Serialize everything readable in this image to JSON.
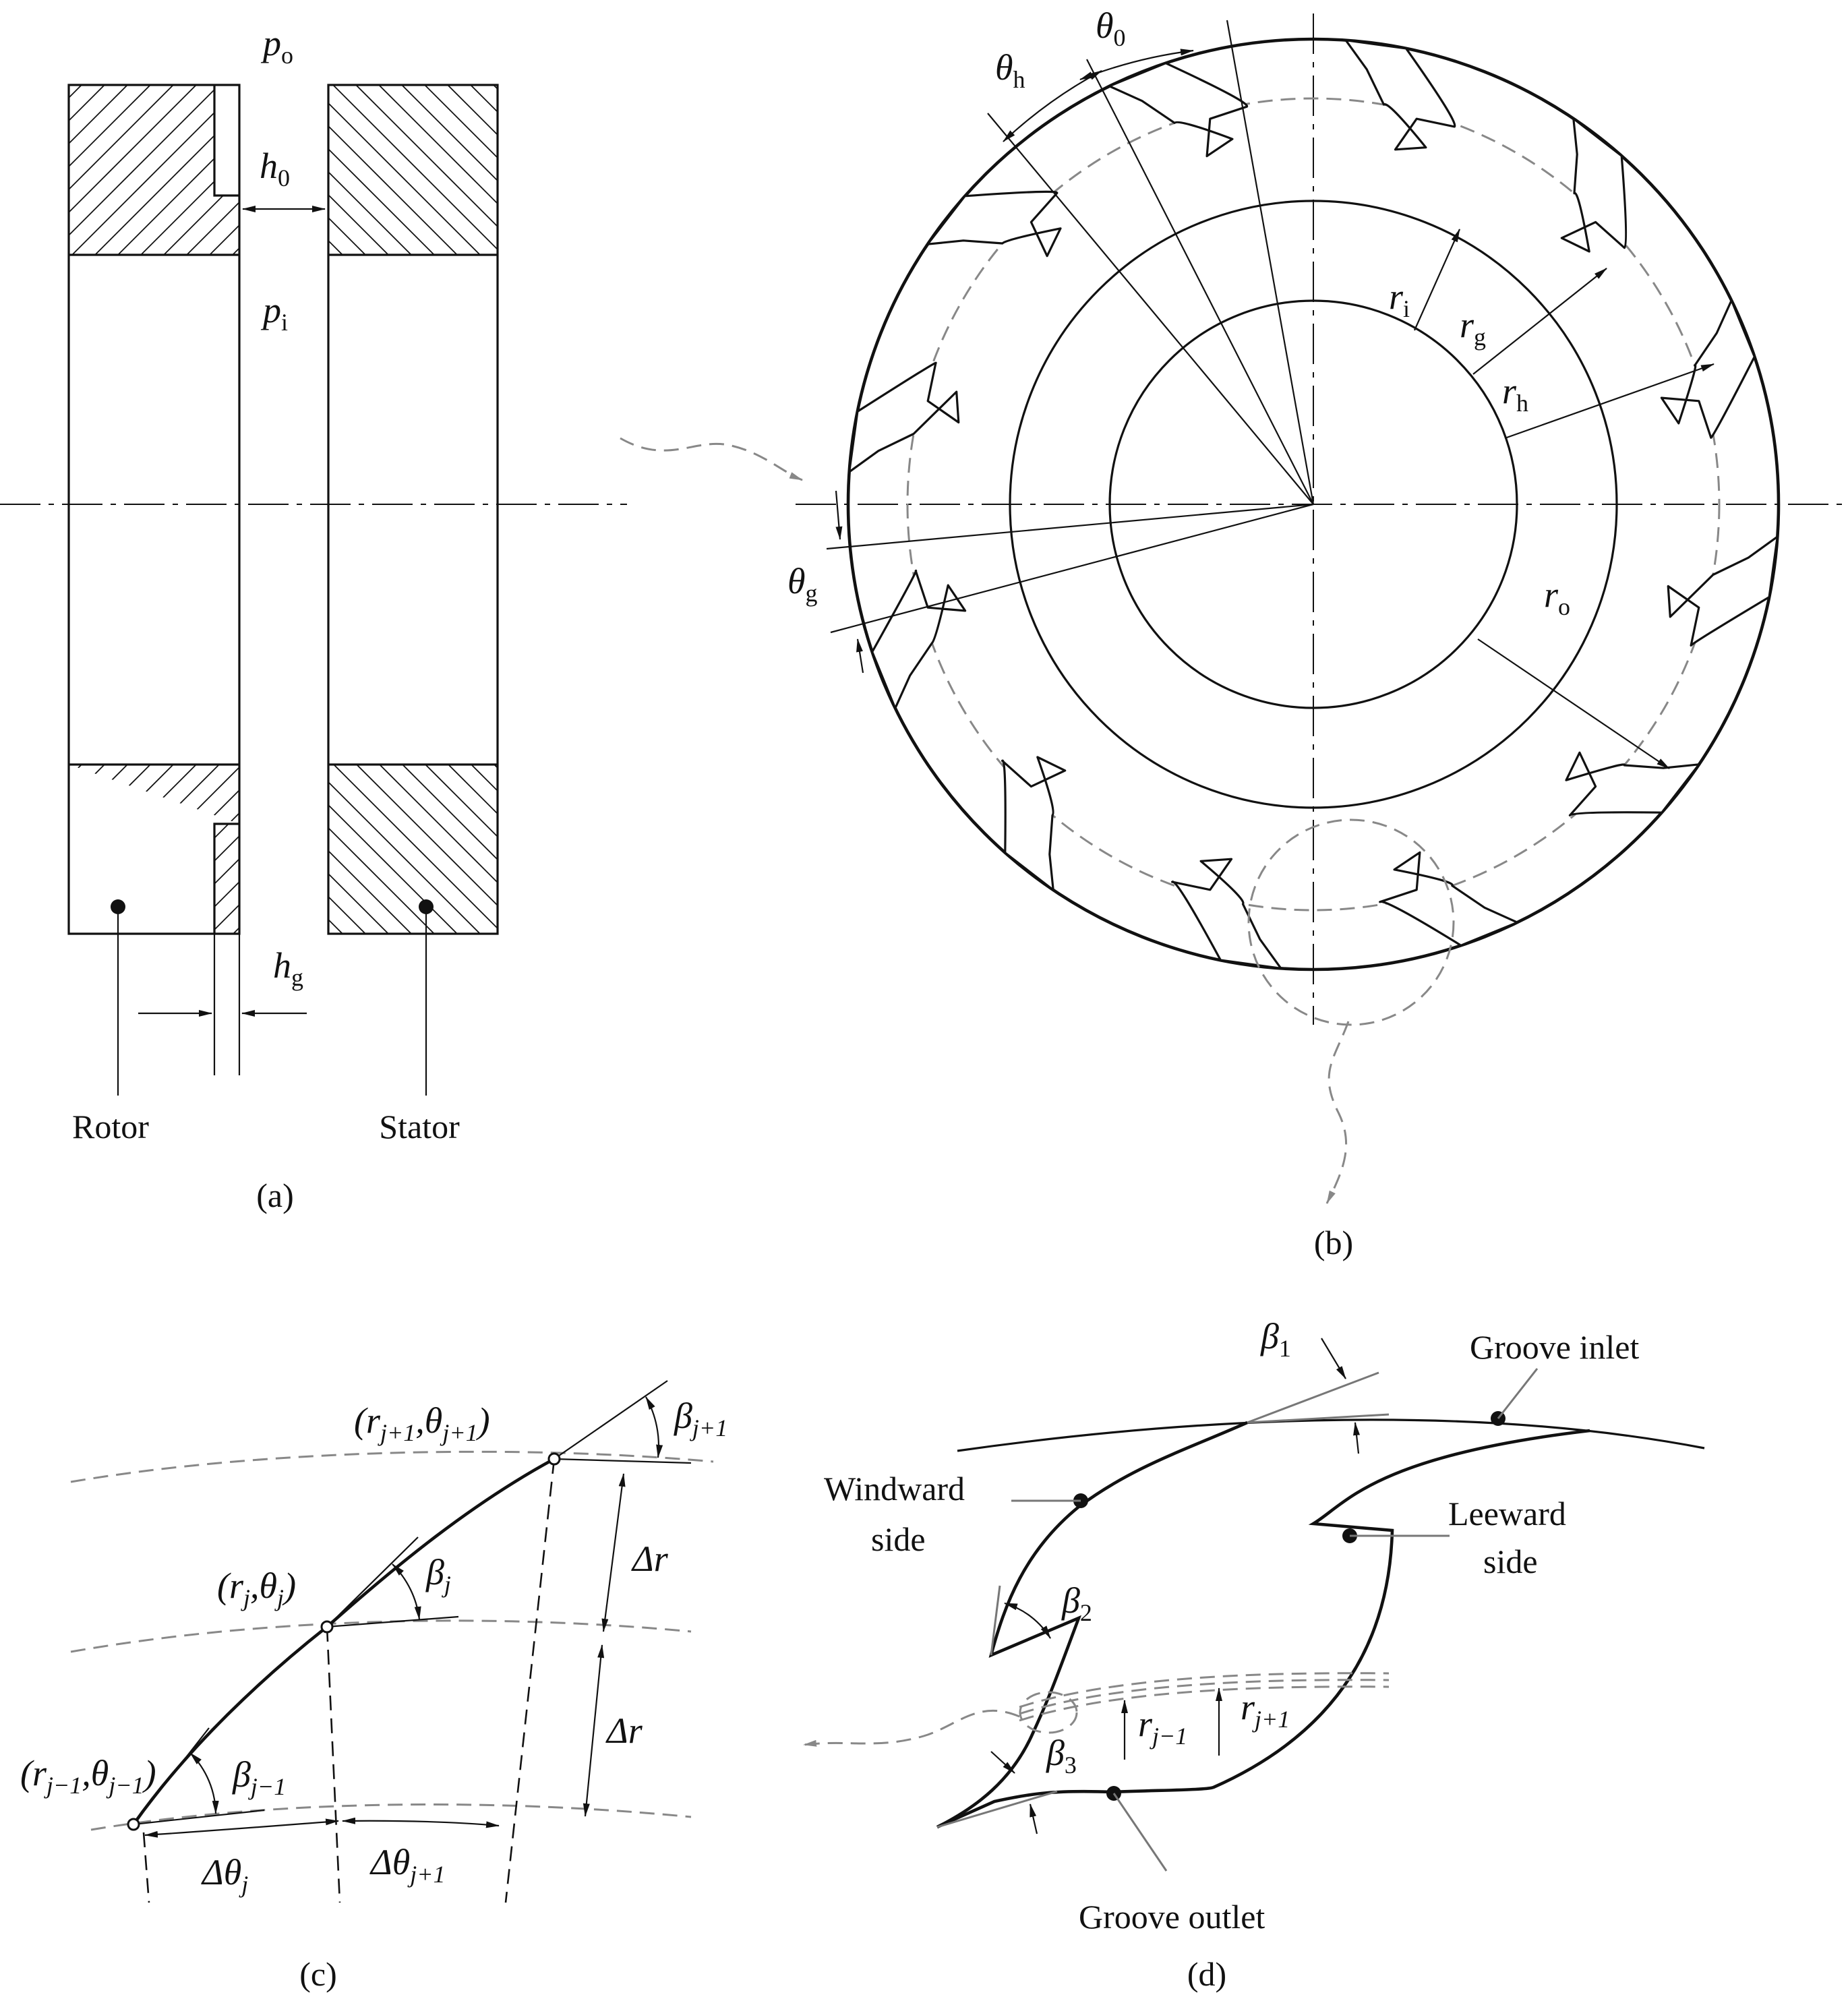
{
  "panel_a": {
    "caption": "(a)",
    "p_o": {
      "base": "p",
      "sub": "o"
    },
    "p_i": {
      "base": "p",
      "sub": "i"
    },
    "h_0": {
      "base": "h",
      "sub": "0"
    },
    "h_g": {
      "base": "h",
      "sub": "g"
    },
    "rotor_label": "Rotor",
    "stator_label": "Stator"
  },
  "panel_b": {
    "caption": "(b)",
    "theta_0": {
      "base": "θ",
      "sub": "0"
    },
    "theta_h": {
      "base": "θ",
      "sub": "h"
    },
    "theta_g": {
      "base": "θ",
      "sub": "g"
    },
    "r_i": {
      "base": "r",
      "sub": "i"
    },
    "r_g": {
      "base": "r",
      "sub": "g"
    },
    "r_h": {
      "base": "r",
      "sub": "h"
    },
    "r_o": {
      "base": "r",
      "sub": "o"
    },
    "groove_count": 12
  },
  "panel_c": {
    "caption": "(c)",
    "pt_next": {
      "open": "(r",
      "sub1": "j+1",
      "mid": ",θ",
      "sub2": "j+1",
      "close": ")"
    },
    "pt_cur": {
      "open": "(r",
      "sub1": "j",
      "mid": ",θ",
      "sub2": "j",
      "close": ")"
    },
    "pt_prev": {
      "open": "(r",
      "sub1": "j−1",
      "mid": ",θ",
      "sub2": "j−1",
      "close": ")"
    },
    "beta_next": {
      "base": "β",
      "sub": "j+1"
    },
    "beta_cur": {
      "base": "β",
      "sub": "j"
    },
    "beta_prev": {
      "base": "β",
      "sub": "j−1"
    },
    "dr": "Δr",
    "dtheta_j": {
      "base": "Δθ",
      "sub": "j"
    },
    "dtheta_next": {
      "base": "Δθ",
      "sub": "j+1"
    }
  },
  "panel_d": {
    "caption": "(d)",
    "beta_1": {
      "base": "β",
      "sub": "1"
    },
    "beta_2": {
      "base": "β",
      "sub": "2"
    },
    "beta_3": {
      "base": "β",
      "sub": "3"
    },
    "r_prev": {
      "base": "r",
      "sub": "j−1"
    },
    "r_next": {
      "base": "r",
      "sub": "j+1"
    },
    "groove_inlet": "Groove inlet",
    "windward_1": "Windward",
    "windward_2": "side",
    "leeward_1": "Leeward",
    "leeward_2": "side",
    "groove_outlet": "Groove outlet"
  }
}
